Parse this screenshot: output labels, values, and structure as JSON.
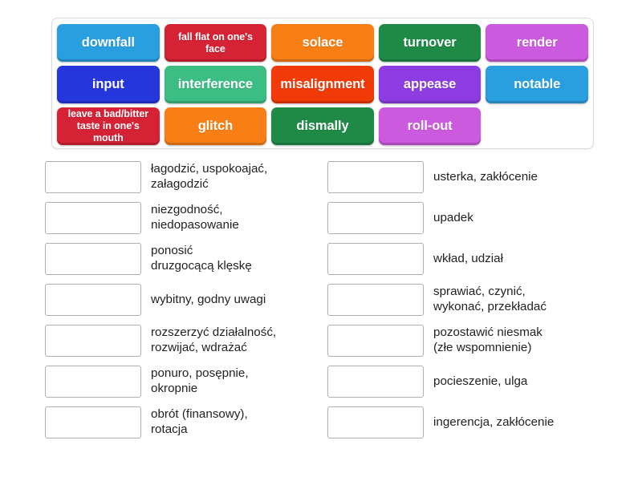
{
  "tile_bank": {
    "name": "word-tile-bank",
    "rows": [
      [
        {
          "label": "downfall",
          "color": "#2a9fe0",
          "multiline": false
        },
        {
          "label": "fall flat on\none's face",
          "color": "#d52235",
          "multiline": true
        },
        {
          "label": "solace",
          "color": "#f77f16",
          "multiline": false
        },
        {
          "label": "turnover",
          "color": "#1f8a46",
          "multiline": false
        },
        {
          "label": "render",
          "color": "#cc5ade",
          "multiline": false
        }
      ],
      [
        {
          "label": "input",
          "color": "#2636dd",
          "multiline": false
        },
        {
          "label": "interference",
          "color": "#3cbd84",
          "multiline": false
        },
        {
          "label": "misalignment",
          "color": "#f03a08",
          "multiline": false
        },
        {
          "label": "appease",
          "color": "#8c3ce0",
          "multiline": false
        },
        {
          "label": "notable",
          "color": "#2a9fe0",
          "multiline": false
        }
      ],
      [
        {
          "label": "leave a bad/bitter\ntaste in one's mouth",
          "color": "#d52235",
          "multiline": true
        },
        {
          "label": "glitch",
          "color": "#f77f16",
          "multiline": false
        },
        {
          "label": "dismally",
          "color": "#1f8a46",
          "multiline": false
        },
        {
          "label": "roll-out",
          "color": "#cc5ade",
          "multiline": false
        },
        {
          "label": "",
          "color": "transparent",
          "multiline": false
        }
      ]
    ]
  },
  "answers": {
    "left_column": [
      {
        "slot_value": "",
        "definition": "łagodzić, uspokoajać,\nzałagodzić"
      },
      {
        "slot_value": "",
        "definition": "niezgodność,\nniedopasowanie"
      },
      {
        "slot_value": "",
        "definition": "ponosić\ndruzgocącą klęskę"
      },
      {
        "slot_value": "",
        "definition": "wybitny, godny uwagi"
      },
      {
        "slot_value": "",
        "definition": "rozszerzyć działalność,\nrozwijać, wdrażać"
      },
      {
        "slot_value": "",
        "definition": "ponuro, posępnie,\nokropnie"
      },
      {
        "slot_value": "",
        "definition": "obrót (finansowy),\nrotacja"
      }
    ],
    "right_column": [
      {
        "slot_value": "",
        "definition": "usterka, zakłócenie"
      },
      {
        "slot_value": "",
        "definition": "upadek"
      },
      {
        "slot_value": "",
        "definition": "wkład, udział"
      },
      {
        "slot_value": "",
        "definition": "sprawiać, czynić,\nwykonać, przekładać"
      },
      {
        "slot_value": "",
        "definition": "pozostawić niesmak\n(złe wspomnienie)"
      },
      {
        "slot_value": "",
        "definition": "pocieszenie, ulga"
      },
      {
        "slot_value": "",
        "definition": "ingerencja, zakłócenie"
      }
    ]
  },
  "theme": {
    "background": "#ffffff",
    "slot_border": "#b0b0b0",
    "text_color": "#222222",
    "bank_border": "#d9d9d9"
  }
}
